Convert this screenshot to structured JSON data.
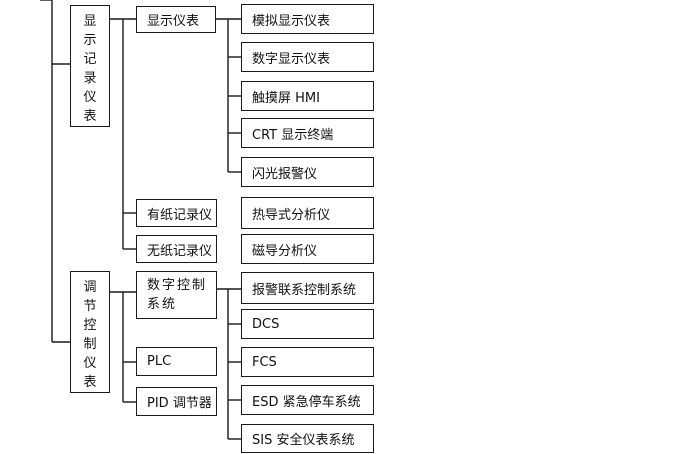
{
  "categories": {
    "display": "显\n示\n记\n录\n仪\n表",
    "control": "调\n节\n控\n制\n仪\n表"
  },
  "subcategories": {
    "display_instrument": "显示仪表",
    "paper_recorder": "有纸记录仪",
    "paperless_recorder": "无纸记录仪",
    "digital_control": "数字控制\n系统",
    "plc": "PLC",
    "pid": "PID 调节器"
  },
  "items": {
    "analog_display": "模拟显示仪表",
    "digital_display": "数字显示仪表",
    "touch_hmi": "触摸屏 HMI",
    "crt_terminal": "CRT 显示终端",
    "flash_alarm": "闪光报警仪",
    "thermo_analyzer": "热导式分析仪",
    "magnetic_analyzer": "磁导分析仪",
    "alarm_interlock": "报警联系控制系统",
    "dcs": "DCS",
    "fcs": "FCS",
    "esd": "ESD 紧急停车系统",
    "sis": "SIS 安全仪表系统"
  }
}
